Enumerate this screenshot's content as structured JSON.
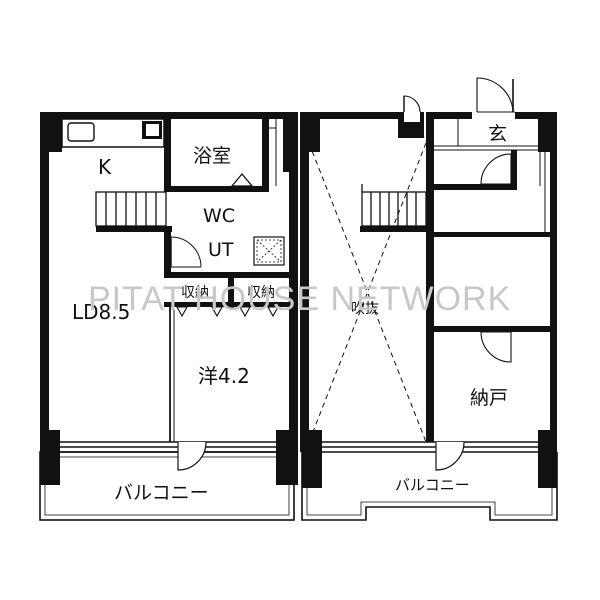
{
  "watermark": "PITAT HOUSE NETWORK",
  "floor_left": {
    "rooms": {
      "kitchen": "K",
      "bath": "浴室",
      "wc": "WC",
      "utility": "UT",
      "storage_1": "収納",
      "storage_2": "収納",
      "living": "LD8.5",
      "western_room": "洋4.2",
      "balcony": "バルコニー"
    }
  },
  "floor_right": {
    "rooms": {
      "entrance": "玄",
      "void": "吹抜",
      "closet": "納戸",
      "balcony": "バルコニー"
    }
  }
}
